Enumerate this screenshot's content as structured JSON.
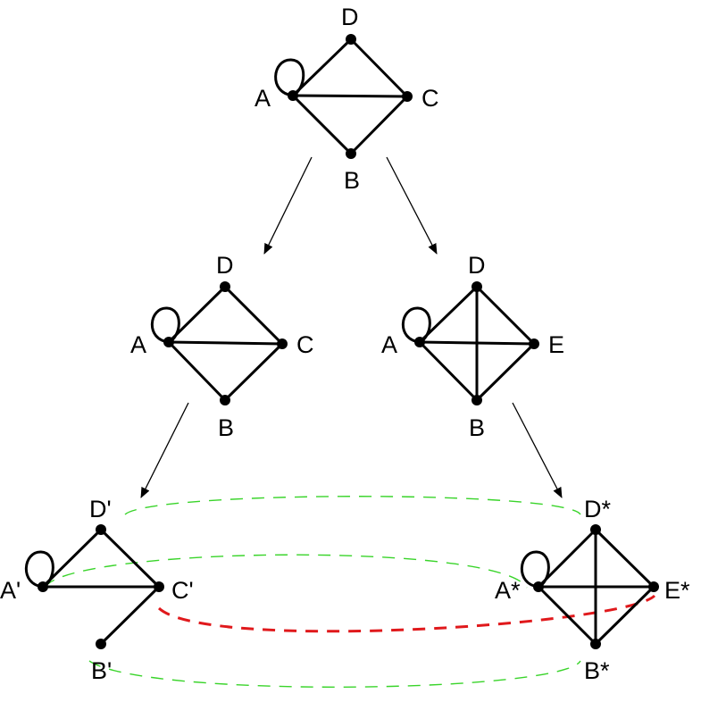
{
  "colors": {
    "edge": "#000000",
    "arrow": "#000000",
    "green_dashes": "#39d42a",
    "red_dashes": "#e0191c"
  },
  "graphs": {
    "top": {
      "D": "D",
      "A": "A",
      "C": "C",
      "B": "B"
    },
    "mid_left": {
      "D": "D",
      "A": "A",
      "C": "C",
      "B": "B"
    },
    "mid_right": {
      "D": "D",
      "A": "A",
      "E": "E",
      "B": "B"
    },
    "bottom_left": {
      "D": "D'",
      "A": "A'",
      "C": "C'",
      "B": "B'"
    },
    "bottom_right": {
      "D": "D*",
      "A": "A*",
      "E": "E*",
      "B": "B*"
    }
  }
}
